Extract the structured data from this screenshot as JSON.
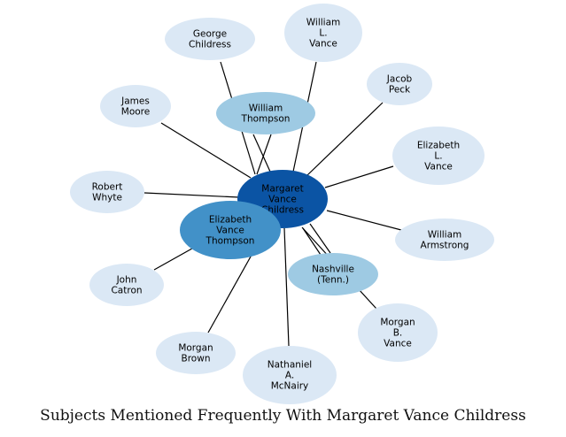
{
  "caption": "Subjects Mentioned Frequently With Margaret Vance Childress",
  "colors": {
    "center": "#0b54a4",
    "tier2": "#4291c8",
    "tier3": "#9ecae3",
    "tier4": "#dbe8f5",
    "edge": "#000000",
    "text_dark": "#000000"
  },
  "center_node": {
    "id": "margaret",
    "lines": [
      "Margaret",
      "Vance",
      "Childress"
    ],
    "tier": "center"
  },
  "nodes": [
    {
      "id": "william-thompson",
      "lines": [
        "William",
        "Thompson"
      ],
      "tier": "tier3"
    },
    {
      "id": "elizabeth-vance-thompson",
      "lines": [
        "Elizabeth",
        "Vance",
        "Thompson"
      ],
      "tier": "tier2"
    },
    {
      "id": "nashville",
      "lines": [
        "Nashville",
        "(Tenn.)"
      ],
      "tier": "tier3"
    },
    {
      "id": "george-childress",
      "lines": [
        "George",
        "Childress"
      ],
      "tier": "tier4"
    },
    {
      "id": "william-l-vance",
      "lines": [
        "William",
        "L.",
        "Vance"
      ],
      "tier": "tier4"
    },
    {
      "id": "jacob-peck",
      "lines": [
        "Jacob",
        "Peck"
      ],
      "tier": "tier4"
    },
    {
      "id": "james-moore",
      "lines": [
        "James",
        "Moore"
      ],
      "tier": "tier4"
    },
    {
      "id": "elizabeth-l-vance",
      "lines": [
        "Elizabeth",
        "L.",
        "Vance"
      ],
      "tier": "tier4"
    },
    {
      "id": "robert-whyte",
      "lines": [
        "Robert",
        "Whyte"
      ],
      "tier": "tier4"
    },
    {
      "id": "william-armstrong",
      "lines": [
        "William",
        "Armstrong"
      ],
      "tier": "tier4"
    },
    {
      "id": "john-catron",
      "lines": [
        "John",
        "Catron"
      ],
      "tier": "tier4"
    },
    {
      "id": "morgan-b-vance",
      "lines": [
        "Morgan",
        "B.",
        "Vance"
      ],
      "tier": "tier4"
    },
    {
      "id": "morgan-brown",
      "lines": [
        "Morgan",
        "Brown"
      ],
      "tier": "tier4"
    },
    {
      "id": "nathaniel-a-mcnairy",
      "lines": [
        "Nathaniel",
        "A.",
        "McNairy"
      ],
      "tier": "tier4"
    }
  ],
  "edges": [
    [
      "margaret",
      "george-childress"
    ],
    [
      "margaret",
      "william-l-vance"
    ],
    [
      "margaret",
      "jacob-peck"
    ],
    [
      "margaret",
      "james-moore"
    ],
    [
      "margaret",
      "elizabeth-l-vance"
    ],
    [
      "margaret",
      "robert-whyte"
    ],
    [
      "margaret",
      "william-armstrong"
    ],
    [
      "margaret",
      "john-catron"
    ],
    [
      "margaret",
      "morgan-b-vance"
    ],
    [
      "margaret",
      "morgan-brown"
    ],
    [
      "margaret",
      "nathaniel-a-mcnairy"
    ],
    [
      "margaret",
      "william-thompson"
    ],
    [
      "margaret",
      "elizabeth-vance-thompson"
    ],
    [
      "margaret",
      "nashville"
    ]
  ]
}
